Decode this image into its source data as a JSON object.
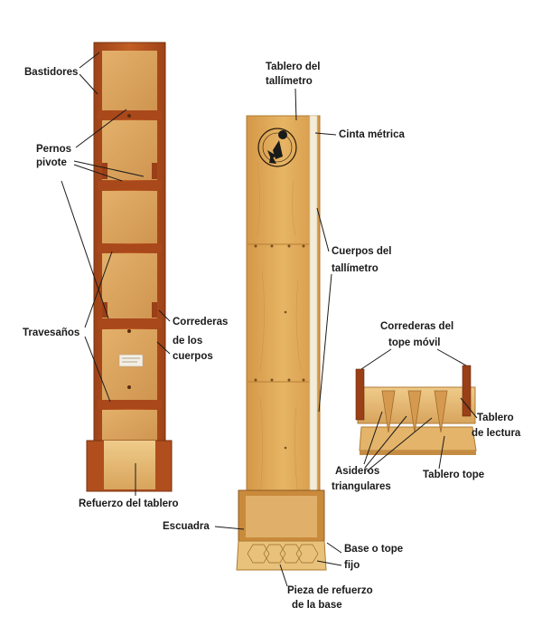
{
  "labels": {
    "bastidores": "Bastidores",
    "pernos_1": "Pernos",
    "pernos_2": "pivote",
    "travesanos": "Travesaños",
    "correderas_cuerpos_1": "Correderas",
    "correderas_cuerpos_2": "de los",
    "correderas_cuerpos_3": "cuerpos",
    "refuerzo_tablero": "Refuerzo del tablero",
    "tablero_tallimetro_1": "Tablero del",
    "tablero_tallimetro_2": "tallímetro",
    "cinta_metrica": "Cinta métrica",
    "cuerpos_tallimetro_1": "Cuerpos del",
    "cuerpos_tallimetro_2": "tallímetro",
    "escuadra": "Escuadra",
    "base_tope_1": "Base o tope",
    "base_tope_2": "fijo",
    "pieza_refuerzo_1": "Pieza de refuerzo",
    "pieza_refuerzo_2": "de la base",
    "correderas_tope_1": "Correderas del",
    "correderas_tope_2": "tope móvil",
    "tablero_lectura_1": "Tablero",
    "tablero_lectura_2": "de lectura",
    "asideros_1": "Asideros",
    "asideros_2": "triangulares",
    "tablero_tope": "Tablero tope"
  },
  "colors": {
    "frame_wood": "#b4531f",
    "frame_wood_dark": "#8a3a12",
    "panel_wood": "#d9a25a",
    "panel_wood_light": "#e6b872",
    "board_wood": "#dca24e",
    "board_wood_light": "#e8b866",
    "tape": "#f3ecd8",
    "leader": "#1a1a1a"
  },
  "icons": {
    "logo": "seal-logo-icon"
  }
}
